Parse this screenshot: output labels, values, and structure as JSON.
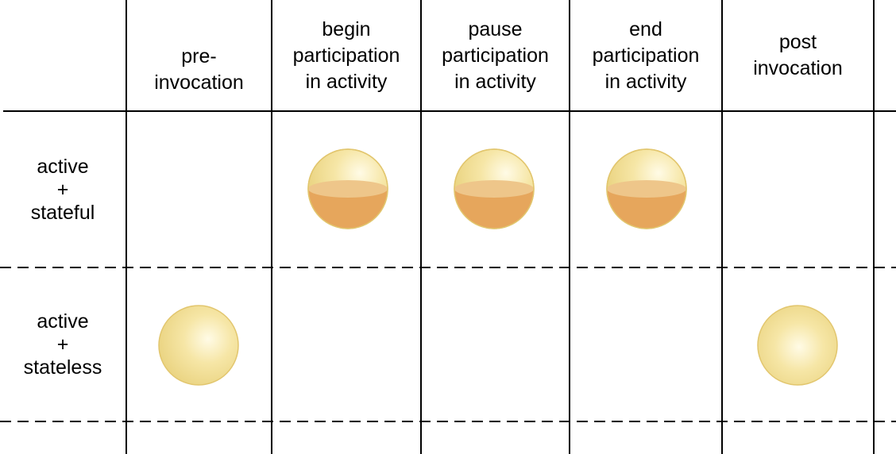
{
  "columns": [
    {
      "id": "pre-invocation",
      "label": "pre-\ninvocation"
    },
    {
      "id": "begin",
      "label": "begin\nparticipation\nin activity"
    },
    {
      "id": "pause",
      "label": "pause\nparticipation\nin activity"
    },
    {
      "id": "end",
      "label": "end\nparticipation\nin activity"
    },
    {
      "id": "post-invocation",
      "label": "post\ninvocation"
    }
  ],
  "rows": [
    {
      "id": "stateful",
      "label": "active\n+\nstateful"
    },
    {
      "id": "stateless",
      "label": "active\n+\nstateless"
    }
  ],
  "cells": {
    "stateful": [
      "empty",
      "half-filled",
      "half-filled",
      "half-filled",
      "empty-cell"
    ],
    "stateless": [
      "full",
      "empty-cell",
      "empty-cell",
      "empty-cell",
      "full"
    ]
  },
  "colors": {
    "ball_light": "#fbf2c4",
    "ball_mid": "#f0dc8c",
    "ball_edge": "#e8cf78",
    "fill_orange": "#e6a65c",
    "fill_top": "#eec68a",
    "line": "#000000"
  }
}
